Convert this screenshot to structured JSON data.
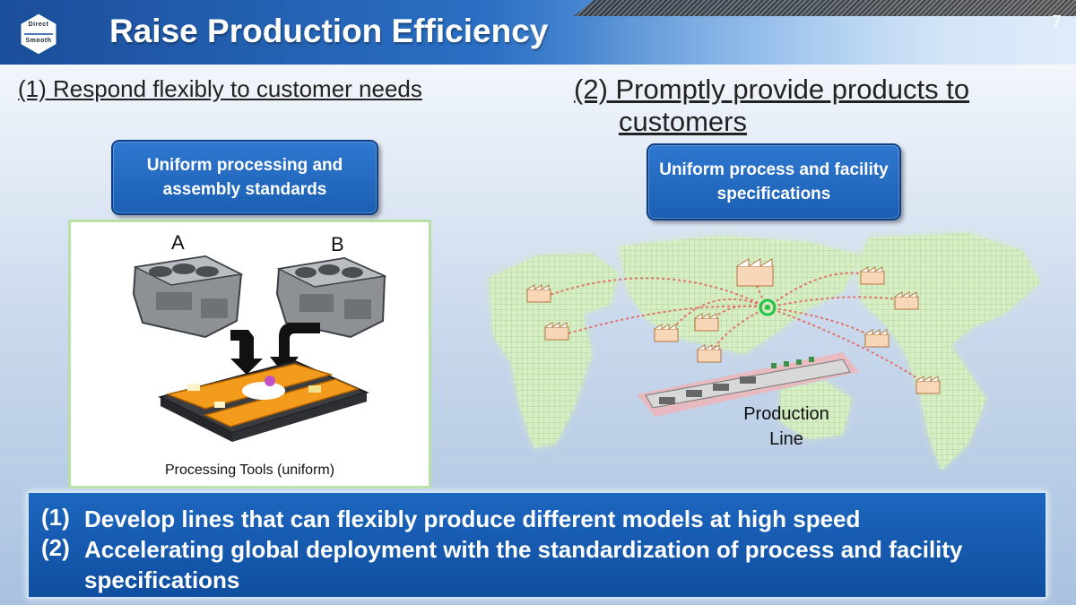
{
  "header": {
    "logo_top": "Direct",
    "logo_bottom": "Smooth",
    "title": "Raise Production Efficiency",
    "page_number": "7"
  },
  "left": {
    "heading": "(1) Respond flexibly to customer needs",
    "box_label": "Uniform processing and assembly standards",
    "label_a": "A",
    "label_b": "B",
    "caption": "Processing Tools (uniform)"
  },
  "right": {
    "heading_line1": "(2) Promptly provide products to",
    "heading_line2": "customers",
    "box_label": "Uniform process and facility  specifications",
    "map_label": "Production Line"
  },
  "summary": [
    {
      "num": "(1)",
      "text": "Develop lines that can flexibly produce different models at high speed"
    },
    {
      "num": "(2)",
      "text": "Accelerating global deployment with the standardization of process and facility specifications"
    }
  ],
  "colors": {
    "header_blue": "#1b4e9a",
    "box_blue": "#1a5fb3",
    "tool_orange": "#f39b1d",
    "map_green": "#cde8b8",
    "hub_green": "#25c64a"
  }
}
